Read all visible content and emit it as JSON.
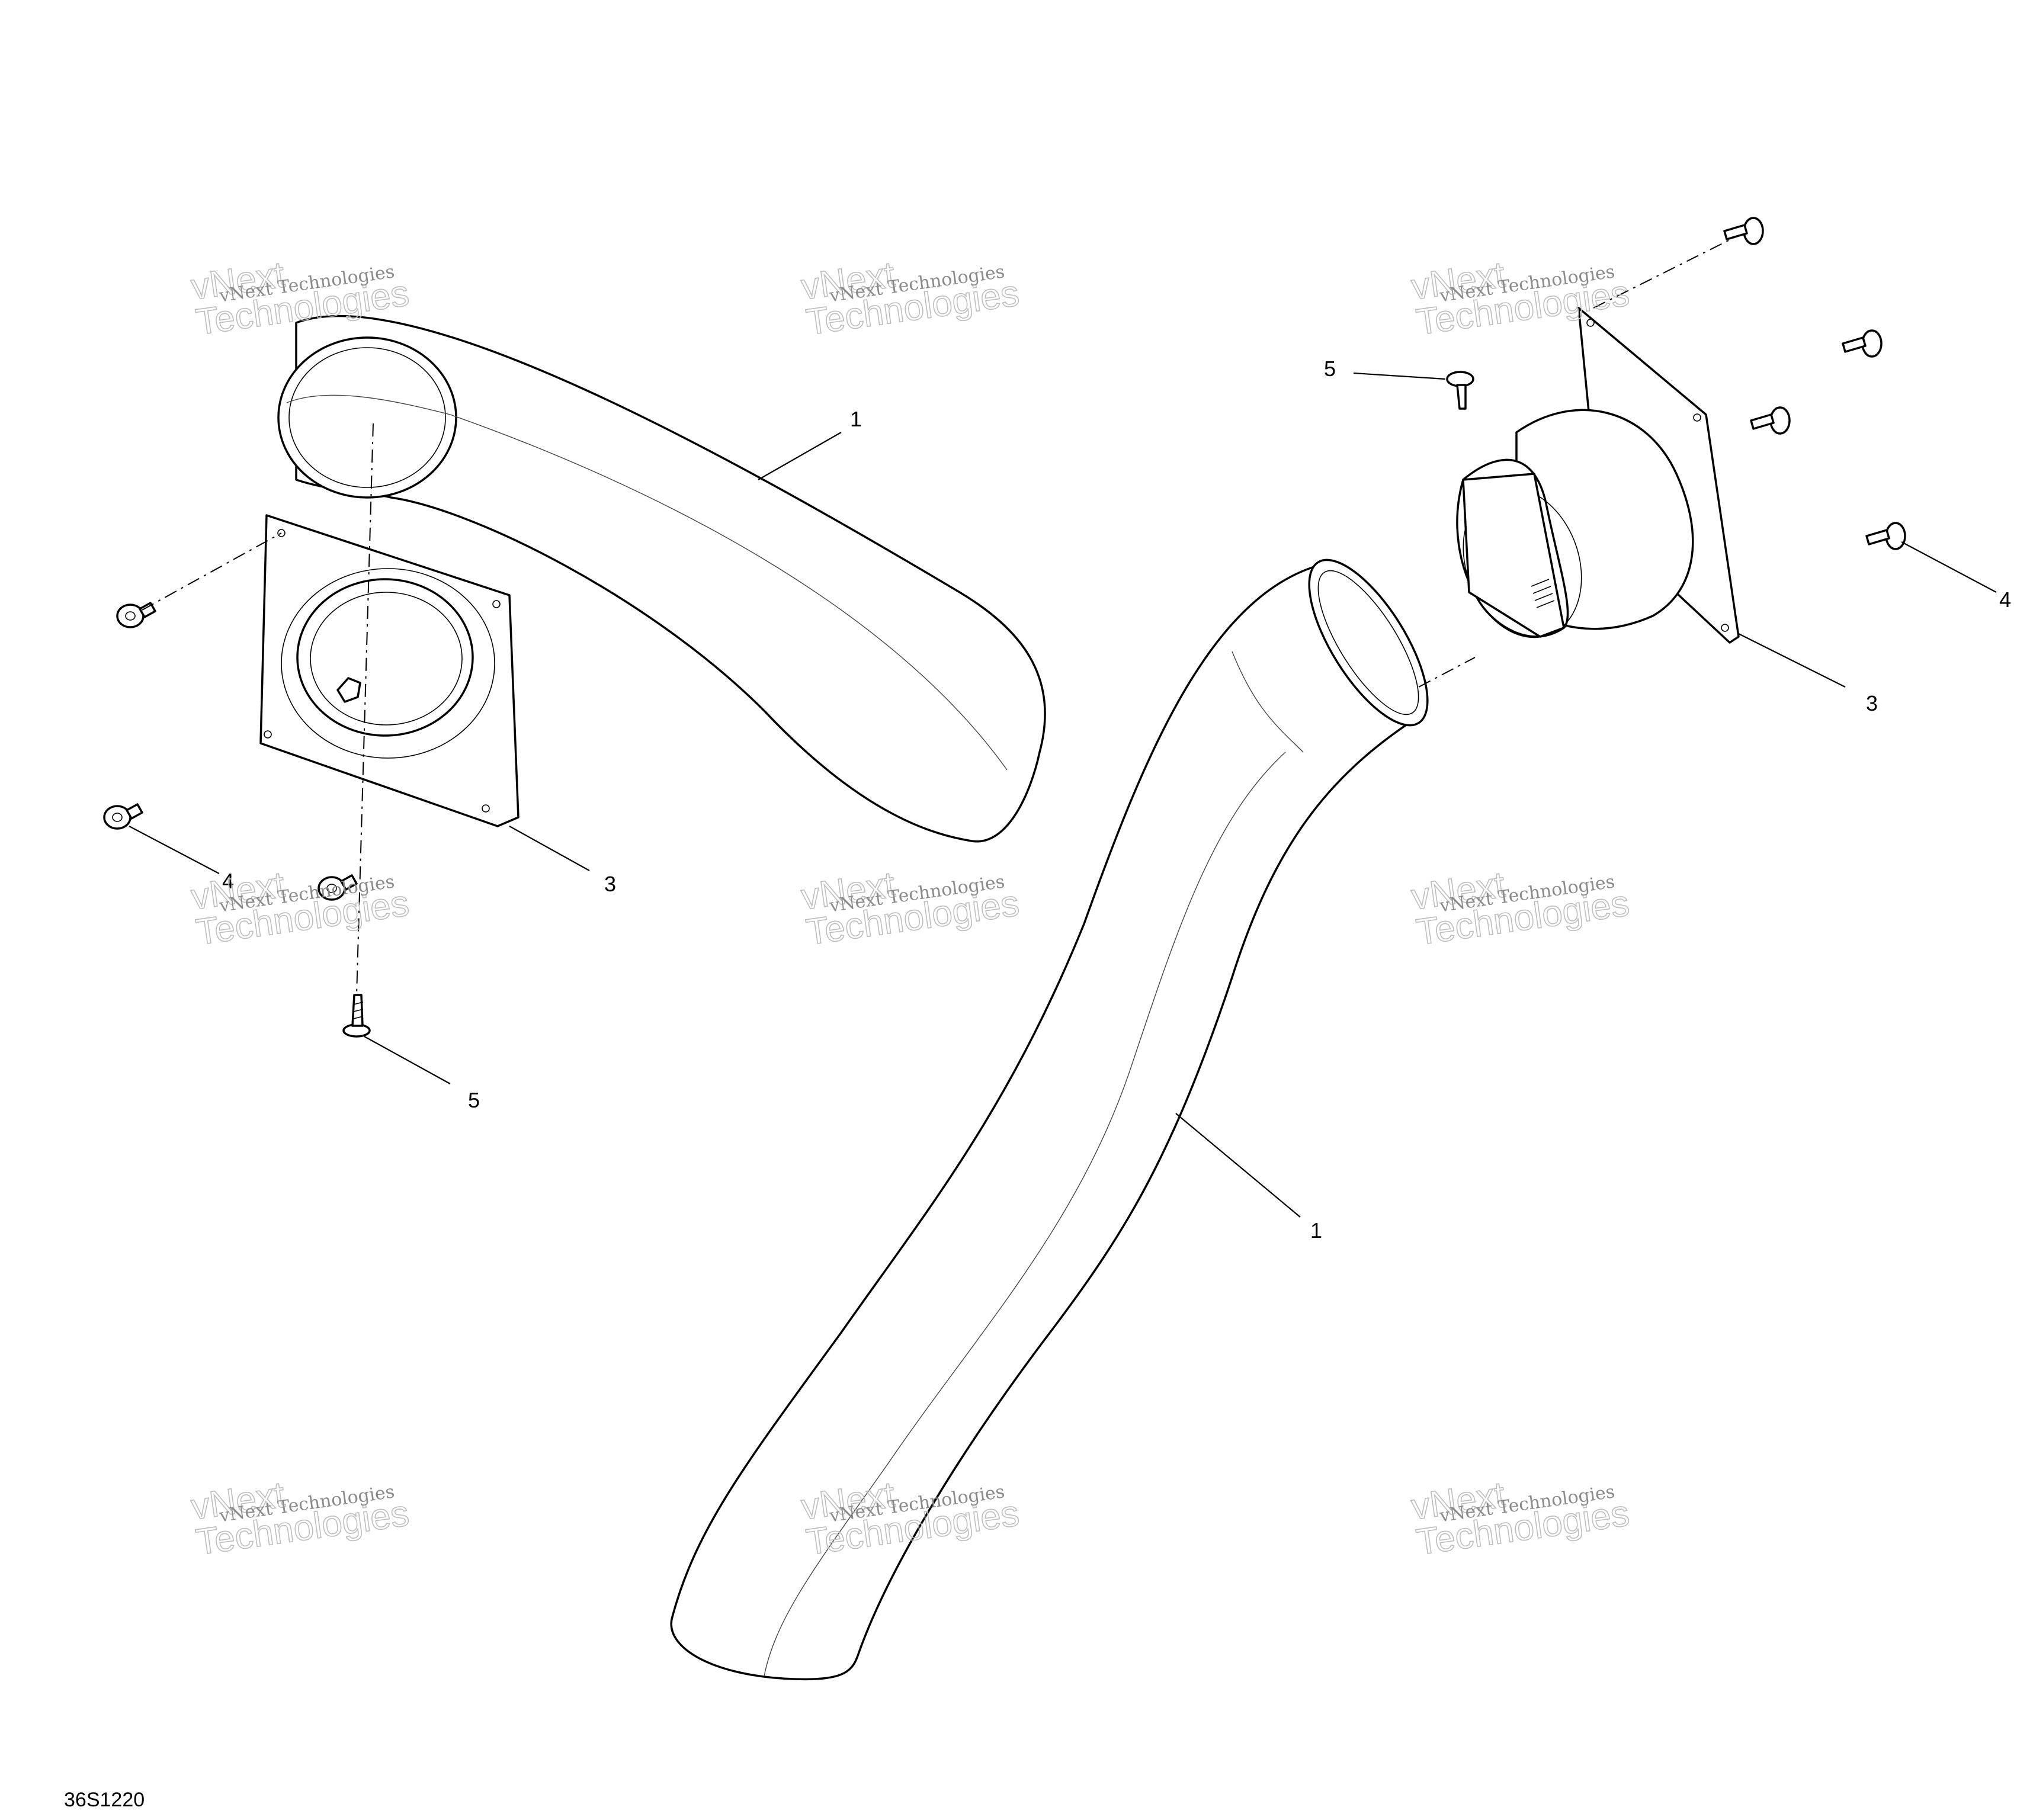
{
  "figure_code": "36S1220",
  "callouts": {
    "left_tube": "1",
    "right_tube": "1",
    "left_bracket": "3",
    "right_bracket": "3",
    "left_rivet": "4",
    "right_rivet": "4",
    "left_screw": "5",
    "right_screw": "5"
  },
  "watermark": {
    "line1": "vNext Technologies",
    "line2a": "vNext",
    "line2b": "Technologies"
  },
  "colors": {
    "line": "#000000",
    "background": "#ffffff",
    "watermark": "#8a8a8a"
  }
}
